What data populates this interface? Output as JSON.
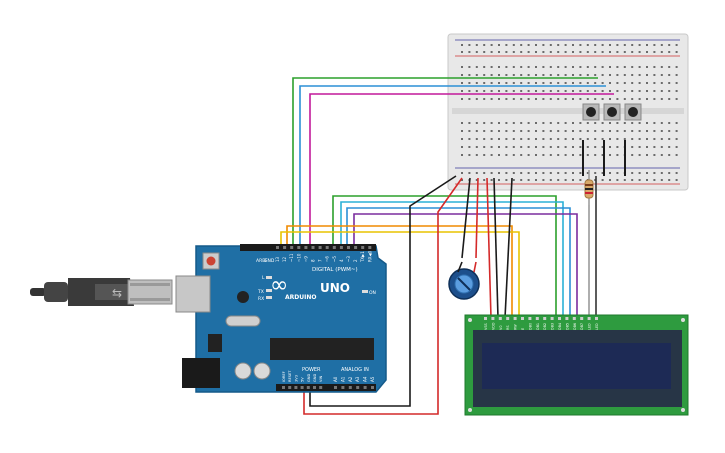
{
  "arduino": {
    "aref": "AREF",
    "gnd": "GND",
    "pins_digital": [
      "13",
      "12",
      "~11",
      "~10",
      "~9",
      "8",
      "7",
      "~6",
      "~5",
      "4",
      "~3",
      "2",
      "TX▶1",
      "RX◀0"
    ],
    "digital_label": "DIGITAL (PWM~)",
    "logo": "∞",
    "brand": "ARDUINO",
    "model": "UNO",
    "on_label": "ON",
    "l_label": "L",
    "tx_label": "TX",
    "rx_label": "RX",
    "power_label": "POWER",
    "analog_label": "ANALOG IN",
    "power_pins": [
      "IOREF",
      "RESET",
      "3V3",
      "5V",
      "GND",
      "GND",
      "VIN"
    ],
    "analog_pins": [
      "A0",
      "A1",
      "A2",
      "A3",
      "A4",
      "A5"
    ]
  },
  "lcd": {
    "pins": [
      "VSS",
      "VDD",
      "V0",
      "RS",
      "RW",
      "E",
      "DB0",
      "DB1",
      "DB2",
      "DB3",
      "DB4",
      "DB5",
      "DB6",
      "DB7",
      "LED",
      "LED"
    ]
  },
  "colors": {
    "board": "#1f6fa5",
    "board_dark": "#155a8a",
    "lcd_pcb": "#2e9b3f",
    "lcd_screen": "#1d2a55",
    "wire_green": "#2ca02c",
    "wire_blue": "#2c8fd6",
    "wire_magenta": "#c2199a",
    "wire_orange": "#f08a00",
    "wire_purple": "#7b2d9e",
    "wire_cyan": "#2bb0d6",
    "wire_yellow": "#e8c300",
    "wire_red": "#d42a2a",
    "wire_black": "#1a1a1a",
    "breadboard": "#e9e9e9"
  }
}
